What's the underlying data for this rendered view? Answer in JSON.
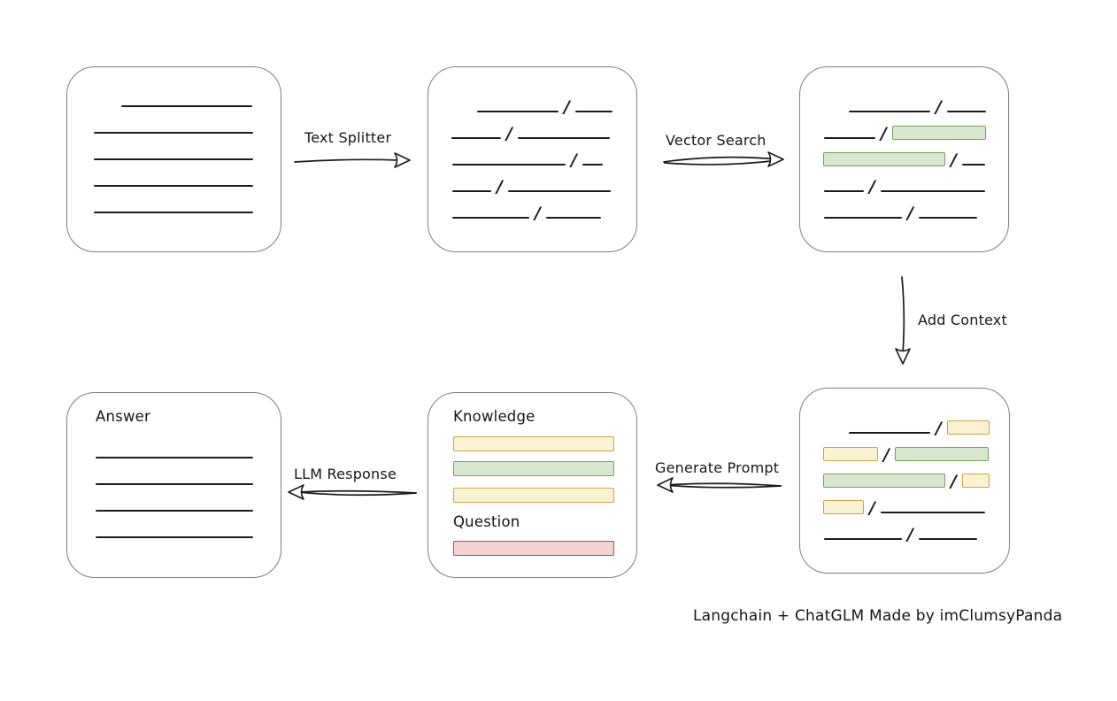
{
  "caption": "Langchain + ChatGLM Made by imClumsyPanda",
  "colors": {
    "ink": "#1b1b1b",
    "box_border": "#7f7f7f",
    "green_fill": "#d8e8cf",
    "green_border": "#72a456",
    "yellow_fill": "#fbf2d2",
    "yellow_border": "#cda53f",
    "red_fill": "#f5d1cf",
    "red_border": "#b9504c"
  },
  "arrows": {
    "text_splitter": {
      "label": "Text Splitter",
      "direction": "right"
    },
    "vector_search": {
      "label": "Vector Search",
      "direction": "right"
    },
    "add_context": {
      "label": "Add Context",
      "direction": "down"
    },
    "generate_prompt": {
      "label": "Generate Prompt",
      "direction": "left"
    },
    "llm_response": {
      "label": "LLM Response",
      "direction": "left"
    }
  },
  "nodes": {
    "document": {
      "lines": [
        {
          "indent": 61,
          "w": 148
        },
        {
          "indent": 30,
          "w": 180
        },
        {
          "indent": 30,
          "w": 180
        },
        {
          "indent": 30,
          "w": 180
        },
        {
          "indent": 30,
          "w": 180
        }
      ]
    },
    "chunks": {
      "rows": [
        {
          "indent": 55,
          "segs": [
            {
              "t": "line",
              "w": 92
            },
            {
              "t": "slash"
            },
            {
              "t": "line",
              "w": 42
            }
          ]
        },
        {
          "indent": 26,
          "segs": [
            {
              "t": "line",
              "w": 56
            },
            {
              "t": "slash"
            },
            {
              "t": "line",
              "w": 104
            }
          ]
        },
        {
          "indent": 27,
          "segs": [
            {
              "t": "line",
              "w": 128
            },
            {
              "t": "slash"
            },
            {
              "t": "line",
              "w": 23
            }
          ]
        },
        {
          "indent": 27,
          "segs": [
            {
              "t": "line",
              "w": 44
            },
            {
              "t": "slash"
            },
            {
              "t": "line",
              "w": 116
            }
          ]
        },
        {
          "indent": 27,
          "segs": [
            {
              "t": "line",
              "w": 87
            },
            {
              "t": "slash"
            },
            {
              "t": "line",
              "w": 62
            }
          ]
        }
      ]
    },
    "matched": {
      "rows": [
        {
          "indent": 55,
          "segs": [
            {
              "t": "line",
              "w": 92
            },
            {
              "t": "slash"
            },
            {
              "t": "line",
              "w": 44
            }
          ]
        },
        {
          "indent": 27,
          "segs": [
            {
              "t": "line",
              "w": 58
            },
            {
              "t": "slash"
            },
            {
              "t": "green",
              "w": 106
            }
          ]
        },
        {
          "indent": 26,
          "segs": [
            {
              "t": "green",
              "w": 138
            },
            {
              "t": "slash"
            },
            {
              "t": "line",
              "w": 26
            }
          ]
        },
        {
          "indent": 27,
          "segs": [
            {
              "t": "line",
              "w": 45
            },
            {
              "t": "slash"
            },
            {
              "t": "line",
              "w": 118
            }
          ]
        },
        {
          "indent": 27,
          "segs": [
            {
              "t": "line",
              "w": 88
            },
            {
              "t": "slash"
            },
            {
              "t": "line",
              "w": 66
            }
          ]
        }
      ]
    },
    "context": {
      "rows": [
        {
          "indent": 55,
          "segs": [
            {
              "t": "line",
              "w": 92
            },
            {
              "t": "slash"
            },
            {
              "t": "yellow",
              "w": 48
            }
          ]
        },
        {
          "indent": 26,
          "segs": [
            {
              "t": "yellow",
              "w": 62
            },
            {
              "t": "slash"
            },
            {
              "t": "green",
              "w": 106
            }
          ]
        },
        {
          "indent": 26,
          "segs": [
            {
              "t": "green",
              "w": 138
            },
            {
              "t": "slash"
            },
            {
              "t": "yellow",
              "w": 31
            }
          ]
        },
        {
          "indent": 26,
          "segs": [
            {
              "t": "yellow",
              "w": 46
            },
            {
              "t": "slash"
            },
            {
              "t": "line",
              "w": 118
            }
          ]
        },
        {
          "indent": 27,
          "segs": [
            {
              "t": "line",
              "w": 88
            },
            {
              "t": "slash"
            },
            {
              "t": "line",
              "w": 66
            }
          ]
        }
      ]
    },
    "prompt": {
      "knowledge_label": "Knowledge",
      "question_label": "Question",
      "knowledge_bars": [
        "yellow",
        "green",
        "yellow"
      ],
      "question_bars": [
        "red"
      ]
    },
    "answer": {
      "label": "Answer",
      "lines": [
        {
          "indent": 32,
          "w": 178
        },
        {
          "indent": 32,
          "w": 178
        },
        {
          "indent": 32,
          "w": 178
        },
        {
          "indent": 32,
          "w": 178
        }
      ]
    }
  }
}
